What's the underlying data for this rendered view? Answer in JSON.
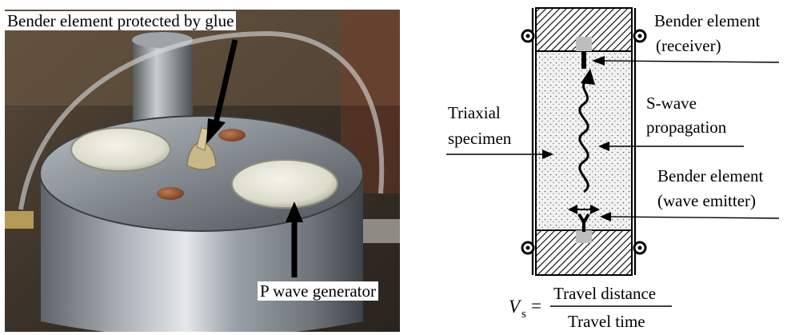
{
  "photo": {
    "label_top": "Bender element protected by glue",
    "label_bottom": "P wave generator"
  },
  "diagram": {
    "receiver_line1": "Bender element",
    "receiver_line2": "(receiver)",
    "specimen_line1": "Triaxial",
    "specimen_line2": "specimen",
    "swave_line1": "S-wave",
    "swave_line2": "propagation",
    "emitter_line1": "Bender element",
    "emitter_line2": "(wave emitter)"
  },
  "formula": {
    "lhs_symbol": "V",
    "lhs_subscript": "s",
    "equals": "=",
    "numerator": "Travel distance",
    "denominator": "Travel time"
  }
}
